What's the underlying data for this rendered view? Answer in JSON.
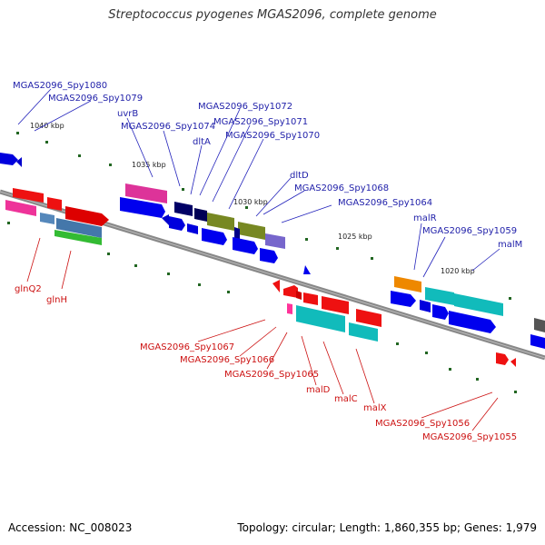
{
  "title": "Streptococcus pyogenes MGAS2096, complete genome",
  "footer": {
    "accession": "Accession: NC_008023",
    "summary": "Topology: circular; Length: 1,860,355 bp; Genes: 1,979"
  },
  "colors": {
    "backbone": "#888888",
    "label_forward": "#2222aa",
    "label_reverse": "#cc1111",
    "tick": "#226622",
    "kbp_text": "#222222"
  },
  "kbp_labels": [
    "1040 kbp",
    "1035 kbp",
    "1030 kbp",
    "1025 kbp",
    "1020 kbp"
  ],
  "forward_gene_labels": [
    "MGAS2096_Spy1080",
    "MGAS2096_Spy1079",
    "uvrB",
    "MGAS2096_Spy1074",
    "MGAS2096_Spy1072",
    "MGAS2096_Spy1071",
    "dltA",
    "MGAS2096_Spy1070",
    "dltD",
    "MGAS2096_Spy1068",
    "MGAS2096_Spy1064",
    "malR",
    "MGAS2096_Spy1059",
    "malM"
  ],
  "reverse_gene_labels": [
    "glnQ2",
    "glnH",
    "MGAS2096_Spy1067",
    "MGAS2096_Spy1066",
    "MGAS2096_Spy1065",
    "malD",
    "malC",
    "malX",
    "MGAS2096_Spy1056",
    "MGAS2096_Spy1055"
  ]
}
